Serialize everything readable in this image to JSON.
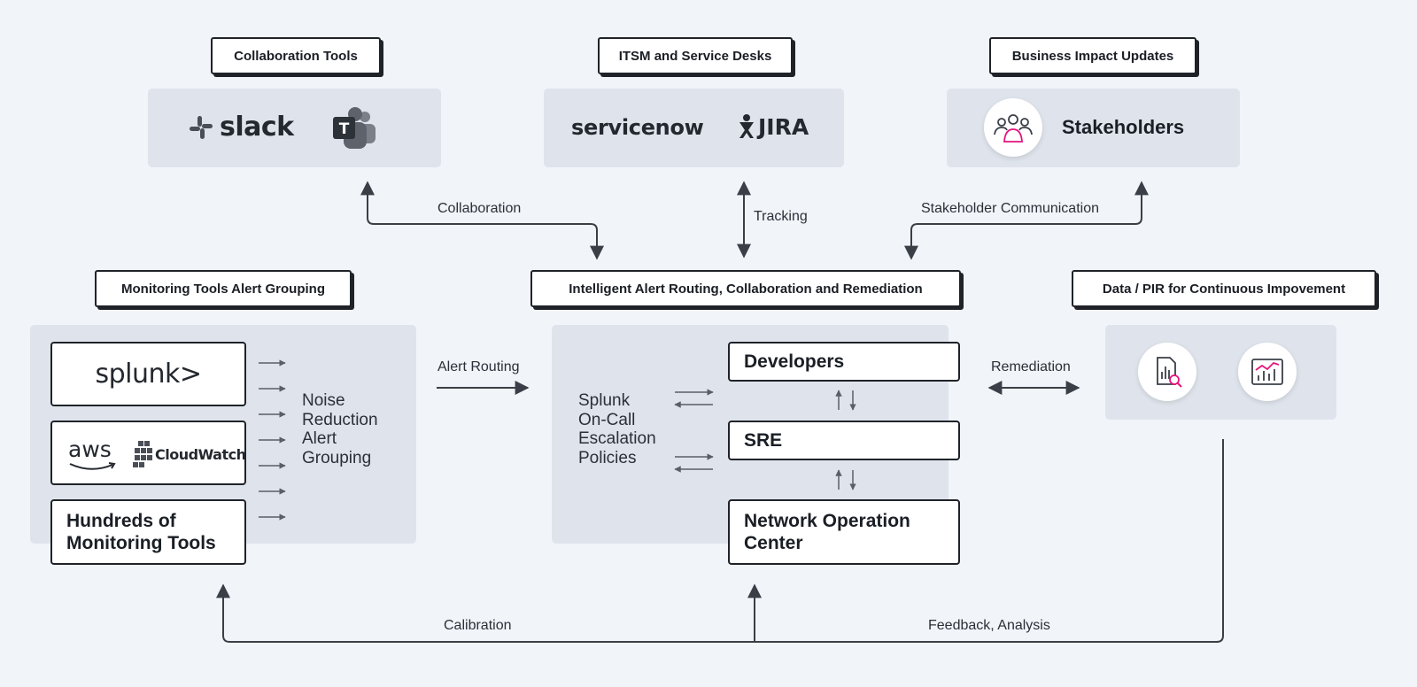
{
  "top": {
    "collaboration": {
      "tag": "Collaboration Tools",
      "slack": "slack"
    },
    "itsm": {
      "tag": "ITSM and Service Desks",
      "servicenow": "servicenow",
      "jira": "JIRA"
    },
    "business": {
      "tag": "Business Impact Updates",
      "stakeholders": "Stakeholders"
    }
  },
  "arrows": {
    "collaboration": "Collaboration",
    "tracking": "Tracking",
    "stakeholder_comm": "Stakeholder Communication",
    "alert_routing": "Alert Routing",
    "remediation": "Remediation",
    "calibration": "Calibration",
    "feedback": "Feedback, Analysis"
  },
  "monitoring": {
    "tag": "Monitoring Tools Alert Grouping",
    "splunk": "splunk>",
    "aws": "aws",
    "cloudwatch": "CloudWatch",
    "hundreds": "Hundreds of Monitoring Tools",
    "noise": [
      "Noise",
      "Reduction",
      "Alert",
      "Grouping"
    ]
  },
  "routing": {
    "tag": "Intelligent Alert Routing, Collaboration and Remediation",
    "policy": [
      "Splunk",
      "On-Call",
      "Escalation",
      "Policies"
    ],
    "developers": "Developers",
    "sre": "SRE",
    "noc": "Network Operation Center"
  },
  "data": {
    "tag": "Data / PIR for Continuous Impovement"
  },
  "icons": [
    "slack-icon",
    "teams-icon",
    "jira-icon",
    "stakeholders-icon",
    "report-search-icon",
    "analytics-chart-icon",
    "cloudwatch-icon",
    "aws-smile-icon"
  ],
  "colors": {
    "accent": "#e4147c",
    "line": "#3a3f47",
    "panel": "#dfe4ec",
    "background": "#f1f4f9"
  }
}
